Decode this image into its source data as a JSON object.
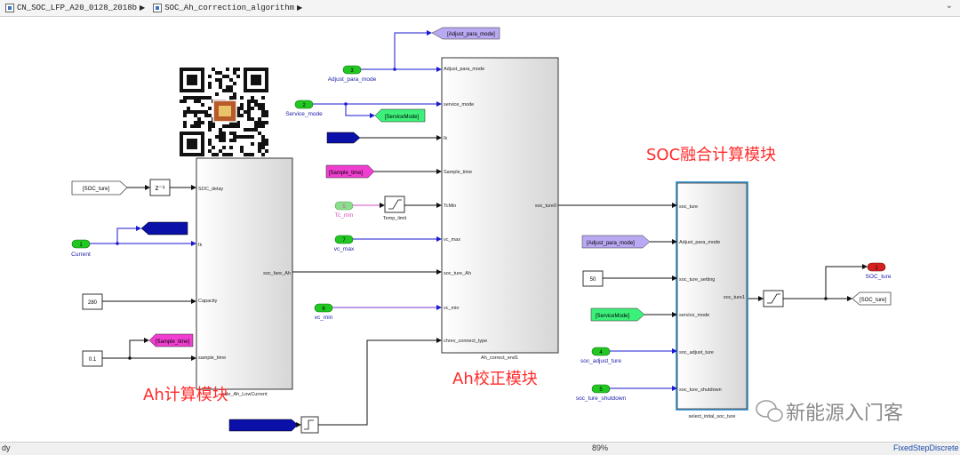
{
  "breadcrumb": {
    "root": "CN_SOC_LFP_A20_0128_2018b",
    "sub": "SOC_Ah_correction_algorithm",
    "arrow": "▶"
  },
  "status": {
    "left": "dy",
    "zoom": "89%",
    "solver": "FixedStepDiscrete"
  },
  "inports": {
    "adjust_para_mode": {
      "num": "3",
      "label": "Adjust_para_mode"
    },
    "service_mode": {
      "num": "2",
      "label": "Service_mode"
    },
    "tc_min": {
      "num": "5",
      "label": "Tc_min"
    },
    "vc_max": {
      "num": "7",
      "label": "vc_max"
    },
    "vc_min": {
      "num": "6",
      "label": "vc_min"
    },
    "current": {
      "num": "1",
      "label": "Current"
    },
    "soc_adjust_ture": {
      "num": "4",
      "label": "soc_adjust_ture"
    },
    "soc_ture_shutdown": {
      "num": "5",
      "label": "soc_ture_shutdown"
    }
  },
  "outport": {
    "num": "1",
    "label": "SOC_ture"
  },
  "gotos": {
    "adjust_para_mode": "[Adjust_para_mode]",
    "service_mode": "[ServiceMode]",
    "sample_time": "[Sample_time]",
    "soc_ture_out": "[SOC_ture]"
  },
  "froms": {
    "soc_ture": "[SOC_ture]",
    "sample_time": "[Sample_time]",
    "adjust_para_mode": "[Adjust_para_mode]",
    "service_mode": "[ServiceMode]"
  },
  "constants": {
    "capacity": "280",
    "sample": "0.1",
    "soc_setting": "50"
  },
  "delay_label": "z⁻¹",
  "saturation_label": "Temp_limit",
  "block_calc": {
    "name": "cale_Ah_LowCurrent",
    "inputs": [
      "SOC_delay",
      "Ik",
      "Capacity",
      "sample_time"
    ],
    "output": "soc_fare_Ah"
  },
  "block_correct": {
    "name": "Ah_correct_end1",
    "inputs": [
      "Adjust_para_mode",
      "service_mode",
      "Ik",
      "Sample_time",
      "TcMin",
      "vc_max",
      "soc_ture_Ah",
      "vc_min",
      "chrev_connect_type"
    ],
    "output": "soc_ture0"
  },
  "block_select": {
    "name": "select_inital_soc_ture",
    "inputs": [
      "soc_ture",
      "Adjust_para_mode",
      "soc_ture_setting",
      "service_mode",
      "soc_adjust_ture",
      "soc_ture_shutdown"
    ],
    "output": "soc_ture1"
  },
  "annotations": {
    "ah_calc": "Ah计算模块",
    "ah_correct": "Ah校正模块",
    "soc_fusion": "SOC融合计算模块"
  },
  "watermark": "新能源入门客",
  "colors": {
    "inport_fill": "#22c822",
    "outport_fill": "#d42020",
    "goto_purple": "#b9a8f2",
    "goto_green": "#3df07a",
    "goto_magenta": "#f03fd0",
    "from_blue": "#0a10a8",
    "annotation_red": "#ff2a2a",
    "signal_blue": "#1a1ad0"
  }
}
